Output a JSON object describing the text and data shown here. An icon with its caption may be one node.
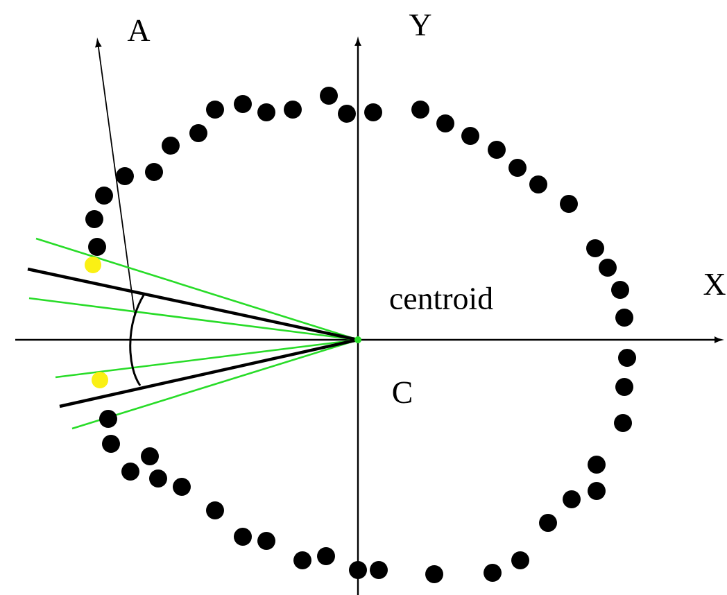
{
  "diagram": {
    "labels": [
      "A",
      "Y",
      "X",
      "centroid",
      "C"
    ]
  }
}
